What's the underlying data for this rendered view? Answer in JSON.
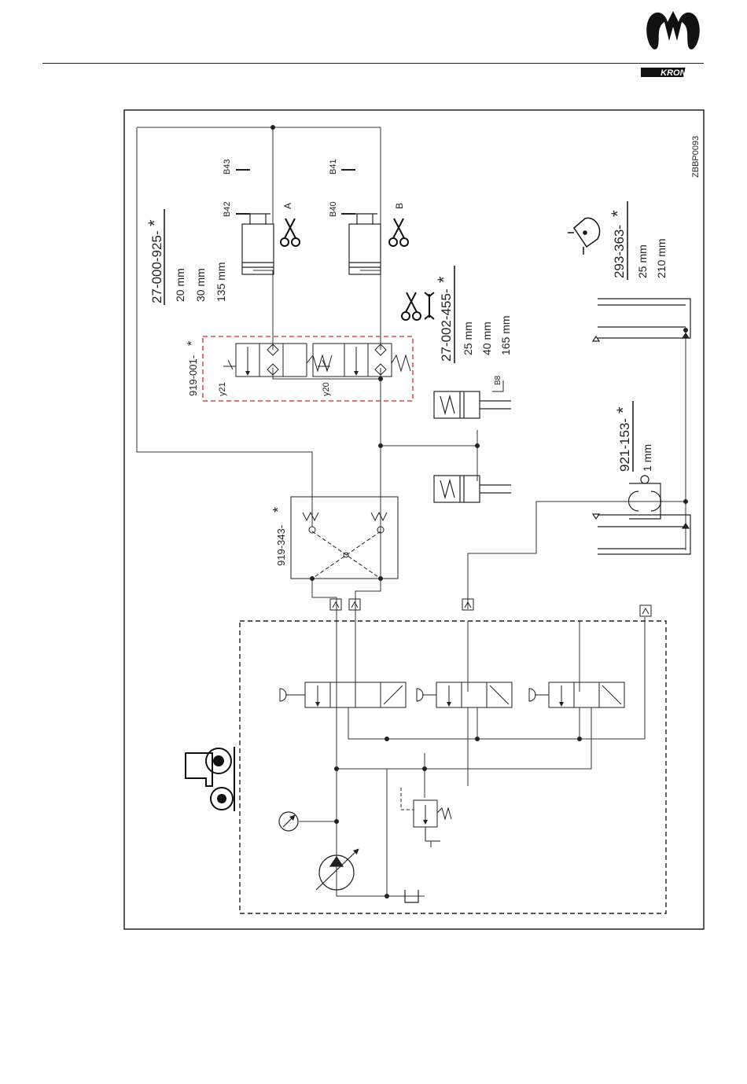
{
  "brand": {
    "name": "KRONE"
  },
  "drawing_code": "ZBBP0093",
  "parts": {
    "cylinder_kit": {
      "number": "27-000-925-",
      "marker": "*",
      "specs": [
        "20 mm",
        "30 mm",
        "135 mm"
      ]
    },
    "valve_block": {
      "number": "919-001-",
      "marker": "*"
    },
    "crossover_valve": {
      "number": "919-343-",
      "marker": "*"
    },
    "knife_cylinder": {
      "number": "27-002-455-",
      "marker": "*",
      "specs": [
        "25 mm",
        "40 mm",
        "165 mm"
      ]
    },
    "throttle": {
      "number": "921-153-",
      "marker": "*",
      "specs": [
        "1 mm"
      ]
    },
    "accumulator": {
      "number": "293-363-",
      "marker": "*",
      "specs": [
        "25 mm",
        "210 mm"
      ]
    }
  },
  "sensors": {
    "b42": "B42",
    "b43": "B43",
    "b40": "B40",
    "b41": "B41",
    "b8": "B8"
  },
  "solenoids": {
    "y21": "y21",
    "y20": "y20"
  },
  "ports": {
    "a": "A",
    "b": "B"
  },
  "colors": {
    "line": "#222222",
    "valve_block_outline": "#d9262c"
  }
}
